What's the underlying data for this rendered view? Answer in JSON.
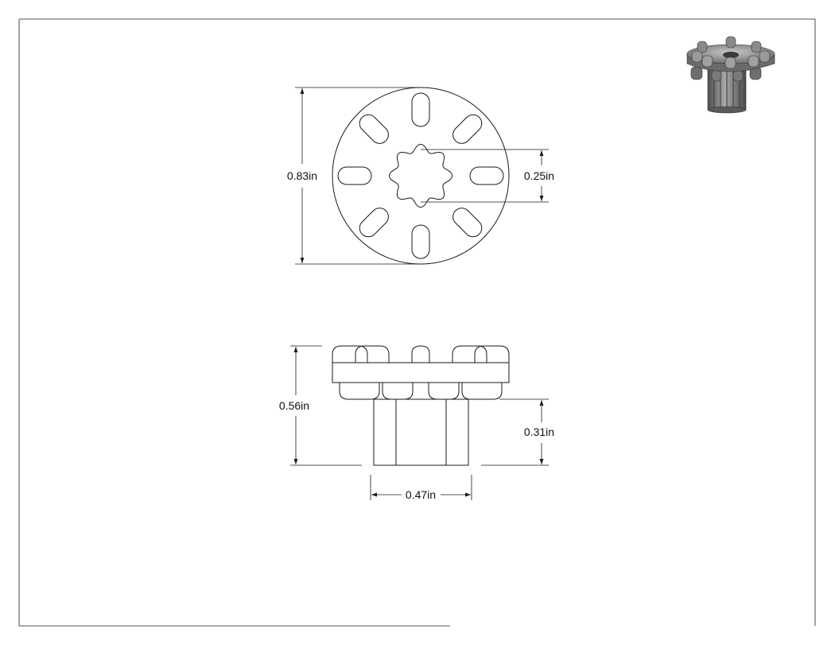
{
  "drawing": {
    "top_view": {
      "outer_diameter_label": "0.83in",
      "bore_label": "0.25in"
    },
    "side_view": {
      "overall_height_label": "0.56in",
      "hub_height_label": "0.31in",
      "hub_width_label": "0.47in"
    }
  },
  "colors": {
    "line": "#1a1a1a",
    "iso_body": "#8c8c8c",
    "iso_dark": "#5a5a5a",
    "iso_light": "#b4b4b4"
  }
}
